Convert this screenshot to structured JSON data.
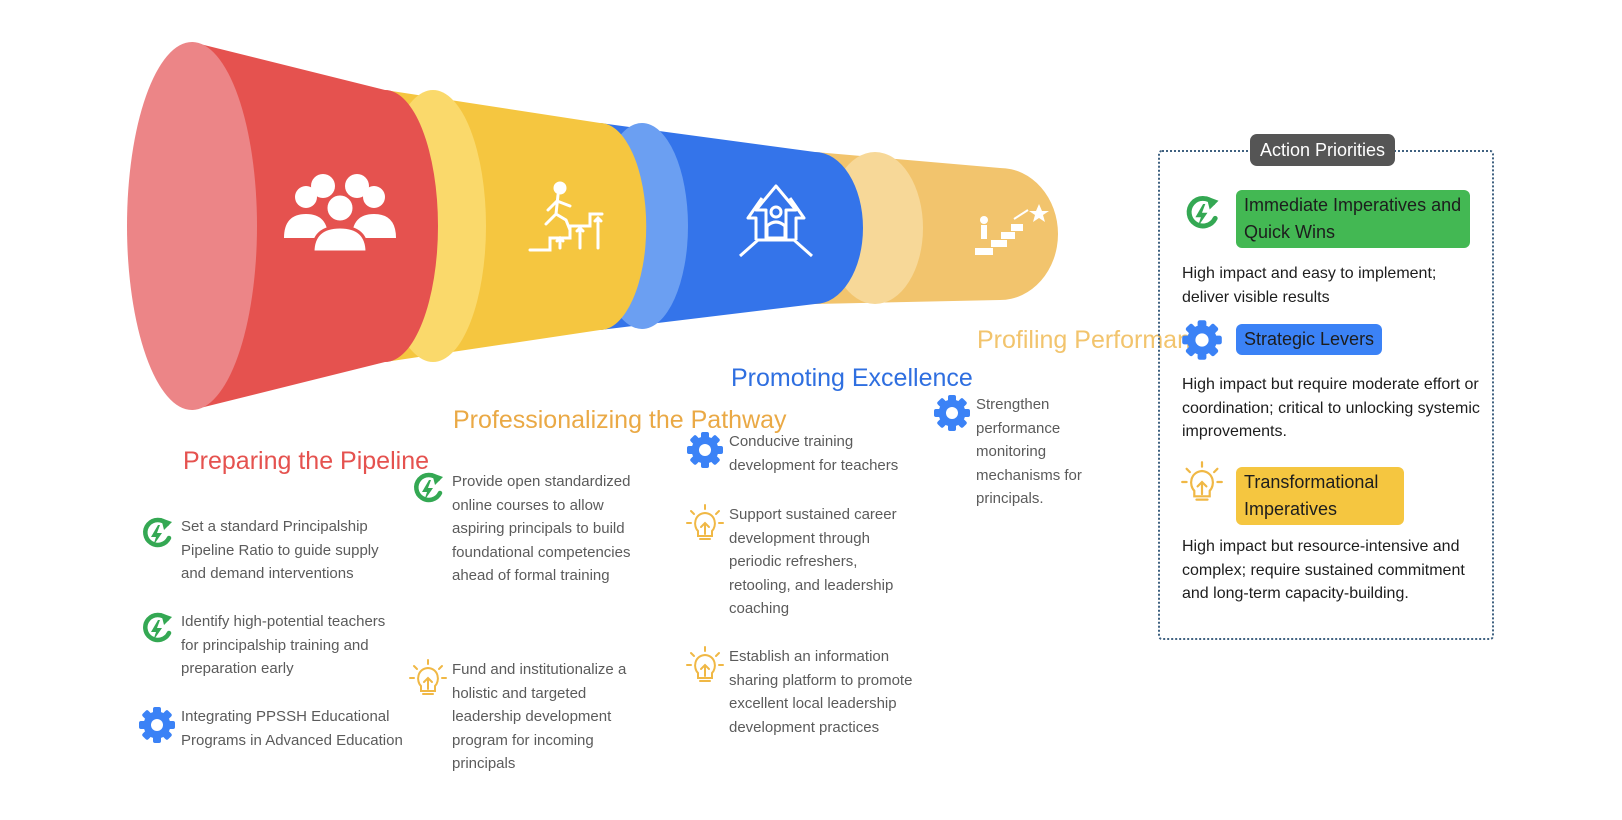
{
  "colors": {
    "red": "#e5524f",
    "yellow": "#f5c640",
    "blue": "#3474ea",
    "amber": "#f2c46d",
    "green": "#34a853",
    "gear_blue": "#3b82f6",
    "bulb": "#f0b845",
    "text": "#5b5b5b"
  },
  "stages": [
    {
      "title": "Preparing the Pipeline",
      "title_color": "#e5524f",
      "main_icon": "team-icon",
      "items": [
        {
          "icon": "quick-win-icon",
          "text": "Set a standard Principalship Pipeline Ratio to guide supply and demand interventions"
        },
        {
          "icon": "quick-win-icon",
          "text": "Identify high-potential teachers for principalship training and preparation early"
        },
        {
          "icon": "gear-icon",
          "text": "Integrating PPSSH Educational Programs in Advanced Education"
        }
      ]
    },
    {
      "title": "Professionalizing the Pathway",
      "title_color": "#eaa945",
      "main_icon": "climbing-stairs-icon",
      "items": [
        {
          "icon": "quick-win-icon",
          "text": "Provide open standardized online courses to allow aspiring principals to build foundational competencies ahead of formal training"
        },
        {
          "icon": "lightbulb-icon",
          "text": "Fund and institutionalize a holistic and targeted leadership development program for incoming principals"
        }
      ]
    },
    {
      "title": "Promoting Excellence",
      "title_color": "#2f6fe0",
      "main_icon": "leader-arrows-icon",
      "items": [
        {
          "icon": "gear-icon",
          "text": "Conducive training development for teachers"
        },
        {
          "icon": "lightbulb-icon",
          "text": "Support sustained career development through periodic refreshers, retooling, and leadership coaching"
        },
        {
          "icon": "lightbulb-icon",
          "text": "Establish an information sharing platform to promote excellent local leadership development practices"
        }
      ]
    },
    {
      "title": "Profiling Performance",
      "title_color": "#f2c46d",
      "main_icon": "stairs-star-icon",
      "items": [
        {
          "icon": "gear-icon",
          "text": "Strengthen performance monitoring mechanisms for principals."
        }
      ]
    }
  ],
  "legend": {
    "title": "Action Priorities",
    "entries": [
      {
        "icon": "quick-win-icon",
        "label": "Immediate Imperatives and Quick Wins",
        "color": "#43b853",
        "desc": "High impact and easy to implement; deliver visible results"
      },
      {
        "icon": "gear-icon",
        "label": "Strategic Levers",
        "color": "#3b82f6",
        "desc": "High impact but require moderate effort or coordination; critical to unlocking systemic improvements."
      },
      {
        "icon": "lightbulb-icon",
        "label": "Transformational Imperatives",
        "color": "#f5c640",
        "desc": "High impact but resource-intensive and complex; require sustained commitment and long-term capacity-building."
      }
    ]
  }
}
